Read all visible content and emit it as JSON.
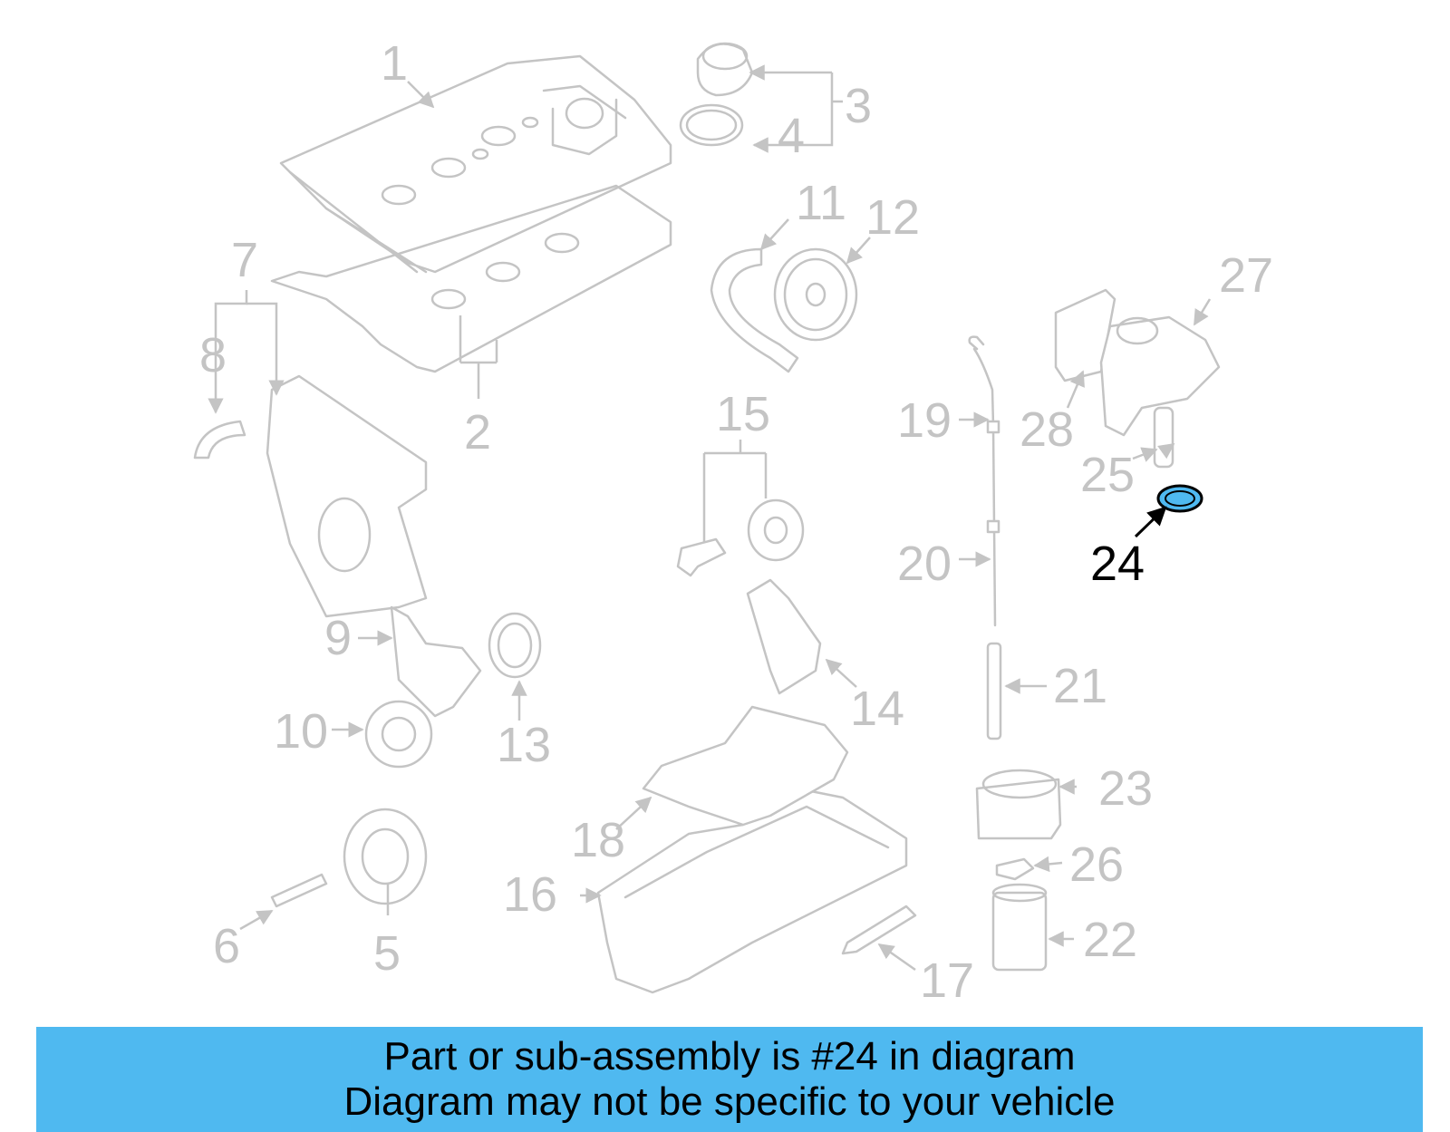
{
  "callouts": [
    "1",
    "2",
    "3",
    "4",
    "5",
    "6",
    "7",
    "8",
    "9",
    "10",
    "11",
    "12",
    "13",
    "14",
    "15",
    "16",
    "17",
    "18",
    "19",
    "20",
    "21",
    "22",
    "23",
    "24",
    "25",
    "26",
    "27",
    "28"
  ],
  "highlighted_part": "24",
  "highlight_color": "#4fb9f0",
  "part_color": "#c4c4c4",
  "banner": {
    "line1": "Part or sub-assembly is #24 in diagram",
    "line2": "Diagram may not be specific to your vehicle",
    "background": "#4fb9f0"
  }
}
